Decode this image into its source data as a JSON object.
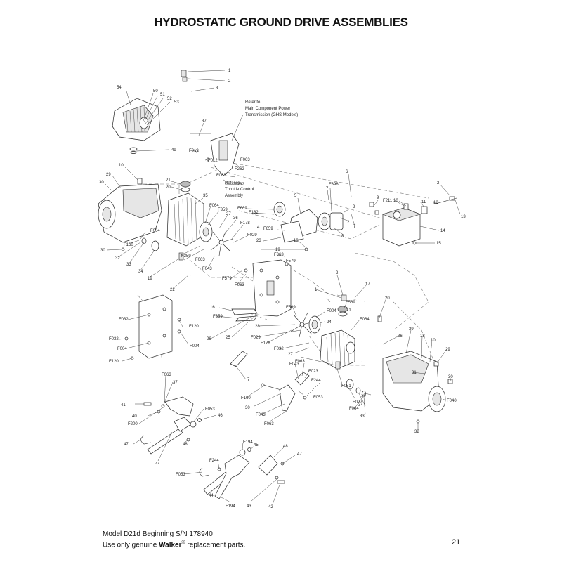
{
  "page": {
    "title": "HYDROSTATIC GROUND DRIVE ASSEMBLIES",
    "footer_model": "Model D21d Beginning S/N 178940",
    "footer_prefix": "Use only genuine ",
    "footer_brand": "Walker",
    "footer_reg": "®",
    "footer_suffix": " replacement parts.",
    "page_number": "21"
  },
  "notes": {
    "power_transmission": [
      "Refer to",
      "Main Component Power",
      "Transmission (GHS Models)"
    ],
    "throttle_control": [
      "Refer to",
      "Throttle Control",
      "Assembly"
    ]
  },
  "callouts": [
    {
      "label": "1"
    },
    {
      "label": "2"
    },
    {
      "label": "3"
    },
    {
      "label": "54"
    },
    {
      "label": "50"
    },
    {
      "label": "51"
    },
    {
      "label": "52"
    },
    {
      "label": "53"
    },
    {
      "label": "37"
    },
    {
      "label": "49"
    },
    {
      "label": "F012"
    },
    {
      "label": "F012"
    },
    {
      "label": "F063"
    },
    {
      "label": "F262"
    },
    {
      "label": "F063"
    },
    {
      "label": "F262"
    },
    {
      "label": "10"
    },
    {
      "label": "29"
    },
    {
      "label": "30"
    },
    {
      "label": "21"
    },
    {
      "label": "20"
    },
    {
      "label": "35"
    },
    {
      "label": "F064"
    },
    {
      "label": "F359"
    },
    {
      "label": "27"
    },
    {
      "label": "36"
    },
    {
      "label": "F178"
    },
    {
      "label": "F669"
    },
    {
      "label": "F182"
    },
    {
      "label": "4"
    },
    {
      "label": "F029"
    },
    {
      "label": "F659"
    },
    {
      "label": "23"
    },
    {
      "label": "F064"
    },
    {
      "label": "F160"
    },
    {
      "label": "30"
    },
    {
      "label": "32"
    },
    {
      "label": "33"
    },
    {
      "label": "34"
    },
    {
      "label": "19"
    },
    {
      "label": "F359"
    },
    {
      "label": "F063"
    },
    {
      "label": "F043"
    },
    {
      "label": "22"
    },
    {
      "label": "6"
    },
    {
      "label": "7"
    },
    {
      "label": "F398"
    },
    {
      "label": "5"
    },
    {
      "label": "2"
    },
    {
      "label": "8"
    },
    {
      "label": "2"
    },
    {
      "label": "7"
    },
    {
      "label": "9"
    },
    {
      "label": "F211"
    },
    {
      "label": "10"
    },
    {
      "label": "11"
    },
    {
      "label": "12"
    },
    {
      "label": "2"
    },
    {
      "label": "13"
    },
    {
      "label": "14"
    },
    {
      "label": "15"
    },
    {
      "label": "19"
    },
    {
      "label": "19"
    },
    {
      "label": "F063"
    },
    {
      "label": "F579"
    },
    {
      "label": "F579"
    },
    {
      "label": "F063"
    },
    {
      "label": "2"
    },
    {
      "label": "1"
    },
    {
      "label": "17"
    },
    {
      "label": "F569"
    },
    {
      "label": "21"
    },
    {
      "label": "20"
    },
    {
      "label": "16"
    },
    {
      "label": "F569"
    },
    {
      "label": "F004"
    },
    {
      "label": "F359"
    },
    {
      "label": "24"
    },
    {
      "label": "F064"
    },
    {
      "label": "28"
    },
    {
      "label": "F029"
    },
    {
      "label": "F178"
    },
    {
      "label": "26"
    },
    {
      "label": "25"
    },
    {
      "label": "F032"
    },
    {
      "label": "F120"
    },
    {
      "label": "F032"
    },
    {
      "label": "F004"
    },
    {
      "label": "F004"
    },
    {
      "label": "F120"
    },
    {
      "label": "F032"
    },
    {
      "label": "27"
    },
    {
      "label": "F043"
    },
    {
      "label": "F063"
    },
    {
      "label": "F023"
    },
    {
      "label": "36"
    },
    {
      "label": "39"
    },
    {
      "label": "18"
    },
    {
      "label": "10"
    },
    {
      "label": "29"
    },
    {
      "label": "30"
    },
    {
      "label": "31"
    },
    {
      "label": "F040"
    },
    {
      "label": "7"
    },
    {
      "label": "F063"
    },
    {
      "label": "37"
    },
    {
      "label": "F244"
    },
    {
      "label": "F053"
    },
    {
      "label": "F081"
    },
    {
      "label": "F027"
    },
    {
      "label": "19"
    },
    {
      "label": "34"
    },
    {
      "label": "F064"
    },
    {
      "label": "33"
    },
    {
      "label": "32"
    },
    {
      "label": "F160"
    },
    {
      "label": "30"
    },
    {
      "label": "F043"
    },
    {
      "label": "F063"
    },
    {
      "label": "41"
    },
    {
      "label": "40"
    },
    {
      "label": "F200"
    },
    {
      "label": "F053"
    },
    {
      "label": "46"
    },
    {
      "label": "47"
    },
    {
      "label": "48"
    },
    {
      "label": "44"
    },
    {
      "label": "F194"
    },
    {
      "label": "45"
    },
    {
      "label": "48"
    },
    {
      "label": "47"
    },
    {
      "label": "F053"
    },
    {
      "label": "F244"
    },
    {
      "label": "44"
    },
    {
      "label": "F194"
    },
    {
      "label": "43"
    },
    {
      "label": "42"
    },
    {
      "label": "F053"
    },
    {
      "label": "F200"
    }
  ]
}
